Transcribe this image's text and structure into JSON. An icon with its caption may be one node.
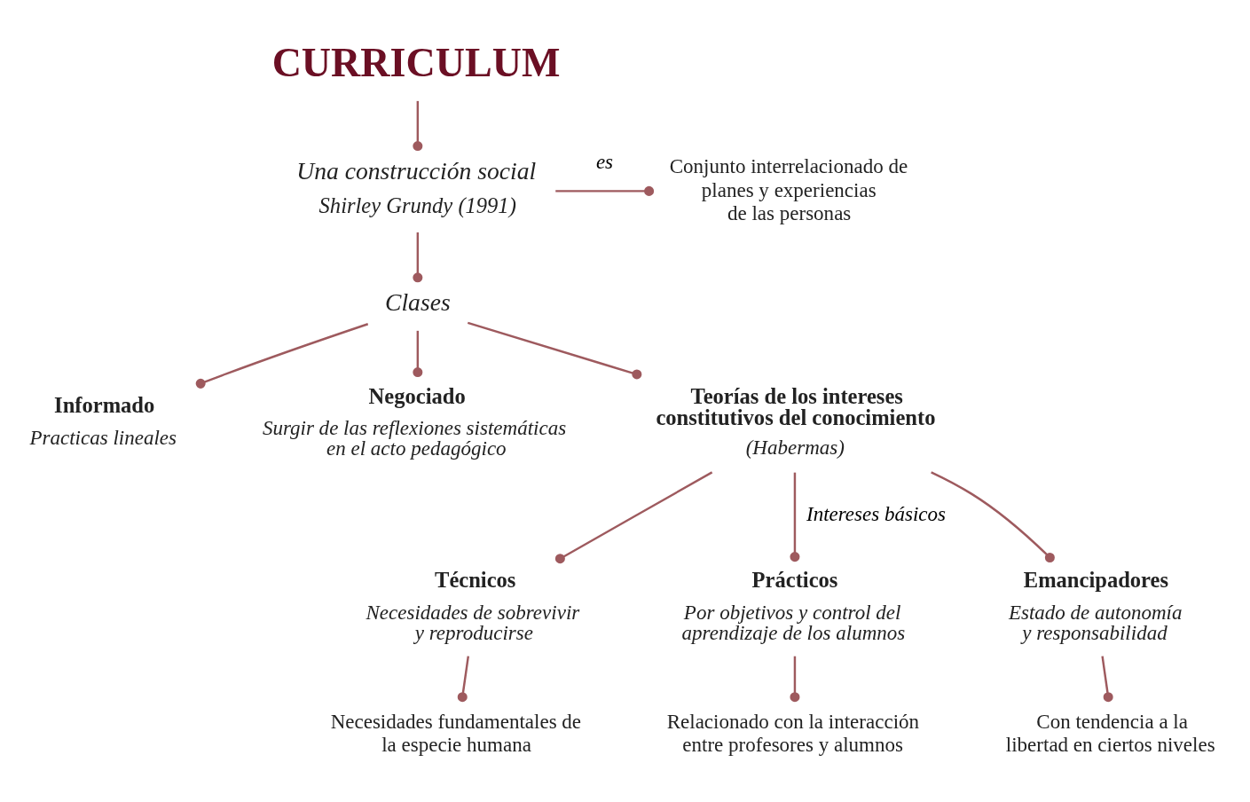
{
  "diagram": {
    "nodes": [
      {
        "text": [
          "CURRICULUM"
        ]
      },
      {
        "text": [
          "Una construcción social",
          "Shirley Grundy (1991)"
        ]
      },
      {
        "text": [
          "Conjunto interrelacionado de planes y experiencias de las personas"
        ]
      },
      {
        "text": [
          "Clases"
        ]
      },
      {
        "text": [
          "Informado",
          "Practicas lineales"
        ]
      },
      {
        "text": [
          "Negociado",
          "Surgir de las reflexiones sistemáticas en el acto pedagógico"
        ]
      },
      {
        "text": [
          "Teorías de los intereses constitutivos del conocimiento",
          "(Habermas)"
        ]
      },
      {
        "text": [
          "Técnicos",
          "Necesidades de sobrevivir y reproducirse"
        ]
      },
      {
        "text": [
          "Prácticos",
          "Por objetivos y control del aprendizaje de los alumnos"
        ]
      },
      {
        "text": [
          "Emancipadores",
          "Estado de autonomía y responsabilidad"
        ]
      },
      {
        "text": [
          "Necesidades fundamentales de la especie humana"
        ]
      },
      {
        "text": [
          "Relacionado con la interacción entre profesores y alumnos"
        ]
      },
      {
        "text": [
          "Con tendencia a la libertad en ciertos niveles"
        ]
      }
    ],
    "edges": [
      {
        "from": 0,
        "to": 1,
        "arrow": "other"
      },
      {
        "from": 1,
        "to": 2,
        "arrow": "other",
        "label": "es"
      },
      {
        "from": 1,
        "to": 3,
        "arrow": "other"
      },
      {
        "from": 3,
        "to": 4,
        "arrow": "other"
      },
      {
        "from": 3,
        "to": 5,
        "arrow": "other"
      },
      {
        "from": 3,
        "to": 6,
        "arrow": "other"
      },
      {
        "from": 6,
        "to": 7,
        "arrow": "other"
      },
      {
        "from": 6,
        "to": 8,
        "arrow": "other",
        "label": "Intereses básicos"
      },
      {
        "from": 6,
        "to": 9,
        "arrow": "other"
      },
      {
        "from": 7,
        "to": 10,
        "arrow": "other"
      },
      {
        "from": 8,
        "to": 11,
        "arrow": "other"
      },
      {
        "from": 9,
        "to": 12,
        "arrow": "other"
      }
    ]
  }
}
